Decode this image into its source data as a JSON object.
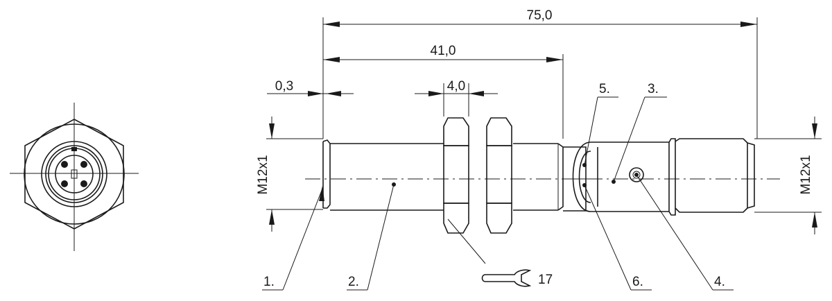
{
  "dimensions": {
    "overall_length": "75,0",
    "thread_length": "41,0",
    "end_offset": "0,3",
    "nut_width": "4,0",
    "thread_left": "M12x1",
    "thread_right": "M12x1"
  },
  "wrench": {
    "size": "17"
  },
  "callouts": {
    "c1": "1.",
    "c2": "2.",
    "c3": "3.",
    "c4": "4.",
    "c5": "5.",
    "c6": "6."
  }
}
